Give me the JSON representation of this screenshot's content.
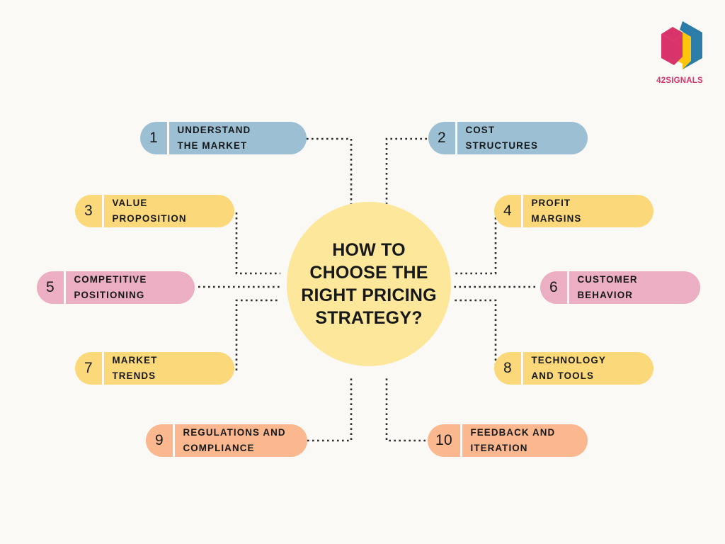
{
  "brand": {
    "logo_text": "42SIGNALS",
    "logo_icon": "cube-logo-icon",
    "colors": {
      "blue": "#2B7CA8",
      "yellow": "#FFC40C",
      "pink": "#D8336B"
    }
  },
  "background_color": "#FAF9F6",
  "center": {
    "title": "HOW TO\nCHOOSE THE\nRIGHT PRICING\nSTRATEGY?",
    "color": "#FCE79B"
  },
  "connector_color": "#2B2B2B",
  "items": [
    {
      "number": "1",
      "label": "UNDERSTAND\nTHE MARKET",
      "color": "#9CBFD4",
      "side": "left",
      "row": 1
    },
    {
      "number": "2",
      "label": "COST\nSTRUCTURES",
      "color": "#9CBFD4",
      "side": "right",
      "row": 1
    },
    {
      "number": "3",
      "label": "VALUE\nPROPOSITION",
      "color": "#FBD97B",
      "side": "left",
      "row": 2
    },
    {
      "number": "4",
      "label": "PROFIT\nMARGINS",
      "color": "#FBD97B",
      "side": "right",
      "row": 2
    },
    {
      "number": "5",
      "label": "COMPETITIVE\nPOSITIONING",
      "color": "#EBAEC2",
      "side": "left",
      "row": 3
    },
    {
      "number": "6",
      "label": "CUSTOMER\nBEHAVIOR",
      "color": "#EBAEC2",
      "side": "right",
      "row": 3
    },
    {
      "number": "7",
      "label": "MARKET\nTRENDS",
      "color": "#FBD97B",
      "side": "left",
      "row": 4
    },
    {
      "number": "8",
      "label": "TECHNOLOGY\nAND TOOLS",
      "color": "#FBD97B",
      "side": "right",
      "row": 4
    },
    {
      "number": "9",
      "label": "REGULATIONS AND\nCOMPLIANCE",
      "color": "#FBB88E",
      "side": "left",
      "row": 5
    },
    {
      "number": "10",
      "label": "FEEDBACK AND\nITERATION",
      "color": "#FBB88E",
      "side": "right",
      "row": 5
    }
  ]
}
